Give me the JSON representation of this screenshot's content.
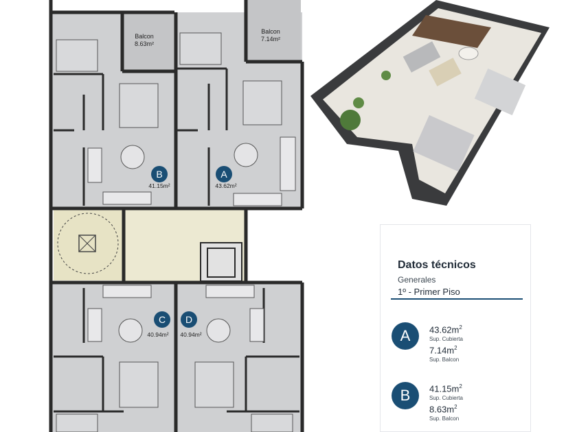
{
  "plan": {
    "balcon_left": {
      "name": "Balcon",
      "area": "8.63m²"
    },
    "balcon_right": {
      "name": "Balcon",
      "area": "7.14m²"
    },
    "units": [
      {
        "letter": "B",
        "area": "41.15m²"
      },
      {
        "letter": "A",
        "area": "43.62m²"
      },
      {
        "letter": "C",
        "area": "40.94m²"
      },
      {
        "letter": "D",
        "area": "40.94m²"
      }
    ],
    "colors": {
      "badge": "#1a4e74",
      "floor": "#cfd0d2",
      "common": "#ece9d2",
      "wall": "#2a2a2a"
    }
  },
  "tech": {
    "title": "Datos técnicos",
    "subtitle": "Generales",
    "floor": "1º - Primer Piso",
    "units": [
      {
        "letter": "A",
        "cubierta": "43.62m",
        "cubierta_label": "Sup. Cubierta",
        "balcon": "7.14m",
        "balcon_label": "Sup. Balcon"
      },
      {
        "letter": "B",
        "cubierta": "41.15m",
        "cubierta_label": "Sup. Cubierta",
        "balcon": "8.63m",
        "balcon_label": "Sup. Balcon"
      }
    ]
  }
}
